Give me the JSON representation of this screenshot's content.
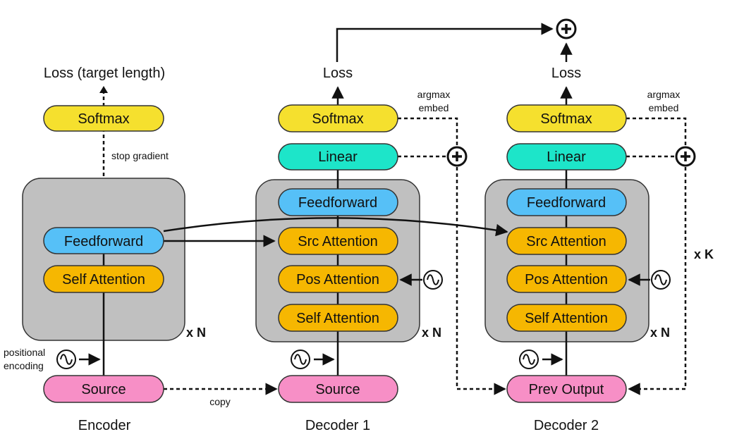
{
  "colors": {
    "softmax": "#f5e02e",
    "linear": "#1de5c9",
    "feedforward": "#56c0f7",
    "attention": "#f6b701",
    "source": "#f78fc6",
    "block": "#c0c0c0",
    "stroke": "#111111"
  },
  "icons": {
    "positional": "sine-wave-icon",
    "sum": "plus-circle-icon"
  },
  "encoder": {
    "title": "Encoder",
    "loss": "Loss (target length)",
    "softmax": "Softmax",
    "stop_gradient": "stop gradient",
    "feedforward": "Feedforward",
    "self_attention": "Self Attention",
    "repeat": "x N",
    "positional_line1": "positional",
    "positional_line2": "encoding",
    "source": "Source"
  },
  "copy_label": "copy",
  "decoder1": {
    "title": "Decoder 1",
    "loss": "Loss",
    "softmax": "Softmax",
    "linear": "Linear",
    "argmax_line1": "argmax",
    "argmax_line2": "embed",
    "feedforward": "Feedforward",
    "src_attention": "Src Attention",
    "pos_attention": "Pos Attention",
    "self_attention": "Self Attention",
    "repeat": "x N",
    "source": "Source"
  },
  "decoder2": {
    "title": "Decoder 2",
    "loss": "Loss",
    "softmax": "Softmax",
    "linear": "Linear",
    "argmax_line1": "argmax",
    "argmax_line2": "embed",
    "feedforward": "Feedforward",
    "src_attention": "Src Attention",
    "pos_attention": "Pos Attention",
    "self_attention": "Self Attention",
    "repeat": "x N",
    "prev_output": "Prev Output",
    "iterations": "x K"
  }
}
